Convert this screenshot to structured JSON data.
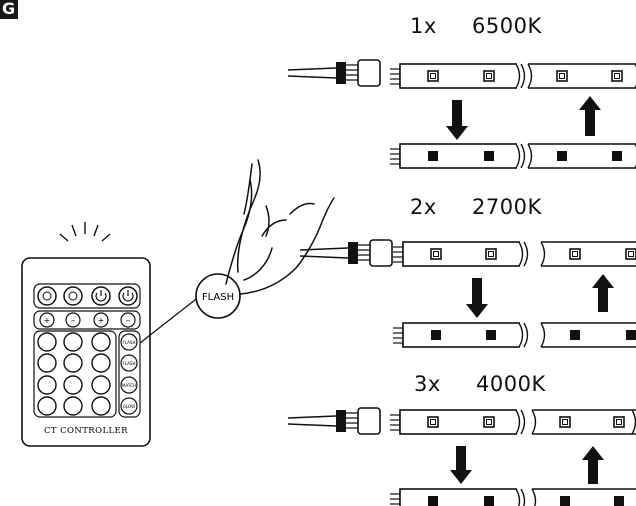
{
  "badge": {
    "letter": "G"
  },
  "settings": [
    {
      "count": "1x",
      "temperature": "6500K"
    },
    {
      "count": "2x",
      "temperature": "2700K"
    },
    {
      "count": "3x",
      "temperature": "4000K"
    }
  ],
  "remote": {
    "label": "CT  CONTROLLER",
    "plus_minus": [
      "+",
      "–",
      "+",
      "–"
    ],
    "mode_keys": [
      "FLASH",
      "FLASH",
      "MATCH",
      "GLOW"
    ]
  },
  "callout": {
    "label": "FLASH"
  }
}
